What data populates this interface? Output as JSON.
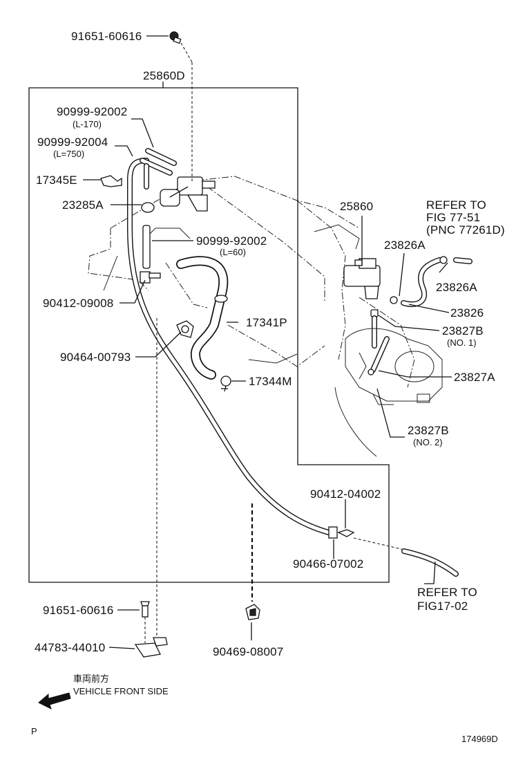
{
  "labels": {
    "bolt_top": "91651-60616",
    "assembly": "25860D",
    "hose_l170": "90999-92002",
    "hose_l170_len": "(L-170)",
    "hose_l750": "90999-92004",
    "hose_l750_len": "(L=750)",
    "clamp_17345e": "17345E",
    "part_23285a": "23285A",
    "hose_l60": "90999-92002",
    "hose_l60_len": "(L=60)",
    "clip_90412_09008": "90412-09008",
    "hose_17341p": "17341P",
    "clamp_90464": "90464-00793",
    "clamp_17344m": "17344M",
    "valve_25860": "25860",
    "refer_fig77_line1": "REFER TO",
    "refer_fig77_line2": "FIG 77-51",
    "refer_fig77_line3": "(PNC 77261D)",
    "part_23826a_upper": "23826A",
    "part_23826a_lower": "23826A",
    "part_23826": "23826",
    "part_23827b_no1": "23827B",
    "part_23827b_no1_note": "(NO. 1)",
    "part_23827a": "23827A",
    "part_23827b_no2": "23827B",
    "part_23827b_no2_note": "(NO. 2)",
    "clip_90412_04002": "90412-04002",
    "clamp_90466": "90466-07002",
    "refer_fig17_line1": "REFER TO",
    "refer_fig17_line2": "FIG17-02",
    "bolt_bottom": "91651-60616",
    "bracket_44783": "44783-44010",
    "clip_90469": "90469-08007",
    "front_jp": "車両前方",
    "front_en": "VEHICLE FRONT SIDE",
    "corner_p": "P",
    "figure_id": "174969D"
  },
  "icons": {
    "front_arrow": "left-arrow-icon"
  },
  "colors": {
    "ink": "#111111",
    "background": "#ffffff"
  }
}
